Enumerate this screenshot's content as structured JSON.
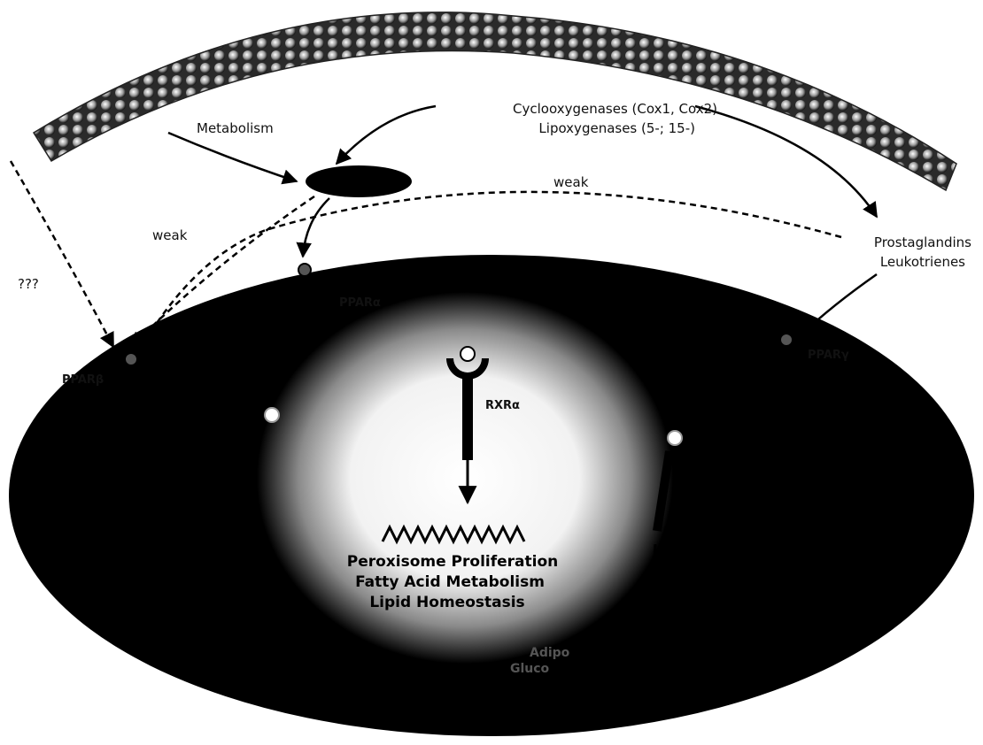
{
  "labels": {
    "enzymes_line1": "Cyclooxygenases (Cox1,  Cox2)",
    "enzymes_line2": "Lipoxygenases (5-; 15-)",
    "metabolism": "Metabolism",
    "weak_top": "weak",
    "weak_left": "weak",
    "unknown": "???",
    "products_line1": "Prostaglandins",
    "products_line2": "Leukotrienes"
  },
  "receptors": {
    "alpha": "PPARα",
    "beta": "PPARβ",
    "gamma": "PPARγ",
    "rxr": "RXRα"
  },
  "nucleus": {
    "effect_line1": "Peroxisome Proliferation",
    "effect_line2": "Fatty Acid Metabolism",
    "effect_line3": "Lipid Homeostasis",
    "right_text_1": "Adipo",
    "right_text_2": "Gluco"
  },
  "colors": {
    "ink": "#000000",
    "membrane_bead": "#4a4a4a",
    "glow": "#ffffff"
  }
}
